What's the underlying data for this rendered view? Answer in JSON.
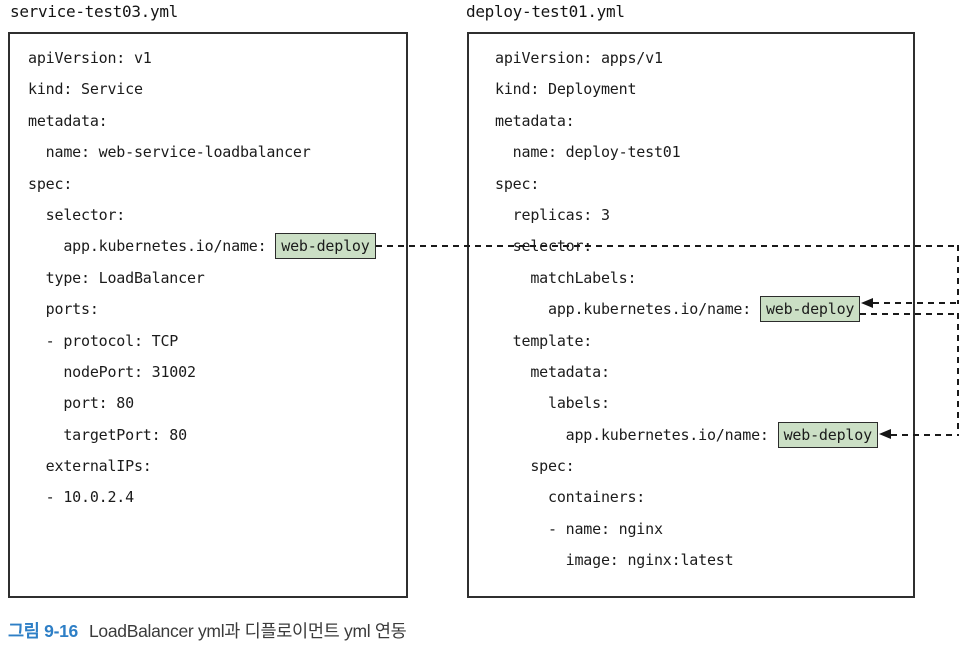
{
  "figure": {
    "caption_label": "그림 9-16",
    "caption_text": "LoadBalancer yml과 디플로이먼트 yml 연동"
  },
  "panels": [
    {
      "id": "service",
      "title": "service-test03.yml",
      "lines": [
        {
          "text": "apiVersion: v1"
        },
        {
          "text": "kind: Service"
        },
        {
          "text": "metadata:"
        },
        {
          "text": "  name: web-service-loadbalancer"
        },
        {
          "text": "spec:"
        },
        {
          "text": "  selector:"
        },
        {
          "pre": "    app.kubernetes.io/name: ",
          "highlight": "web-deploy",
          "ref": "svc-selector"
        },
        {
          "text": "  type: LoadBalancer"
        },
        {
          "text": "  ports:"
        },
        {
          "text": "  - protocol: TCP"
        },
        {
          "text": "    nodePort: 31002"
        },
        {
          "text": "    port: 80"
        },
        {
          "text": "    targetPort: 80"
        },
        {
          "text": "  externalIPs:"
        },
        {
          "text": "  - 10.0.2.4"
        }
      ]
    },
    {
      "id": "deployment",
      "title": "deploy-test01.yml",
      "lines": [
        {
          "text": "apiVersion: apps/v1"
        },
        {
          "text": "kind: Deployment"
        },
        {
          "text": "metadata:"
        },
        {
          "text": "  name: deploy-test01"
        },
        {
          "text": "spec:"
        },
        {
          "text": "  replicas: 3"
        },
        {
          "text": "  selector:"
        },
        {
          "text": "    matchLabels:"
        },
        {
          "pre": "      app.kubernetes.io/name: ",
          "highlight": "web-deploy",
          "ref": "match-labels"
        },
        {
          "text": "  template:"
        },
        {
          "text": "    metadata:"
        },
        {
          "text": "      labels:"
        },
        {
          "pre": "        app.kubernetes.io/name: ",
          "highlight": "web-deploy",
          "ref": "template-labels"
        },
        {
          "text": "    spec:"
        },
        {
          "text": "      containers:"
        },
        {
          "text": "      - name: nginx"
        },
        {
          "text": "        image: nginx:latest"
        }
      ]
    }
  ],
  "connections": [
    {
      "from": "svc-selector",
      "to": "match-labels",
      "style": "dashed",
      "arrow": "to"
    },
    {
      "from": "match-labels",
      "to": "template-labels",
      "style": "dashed",
      "arrow": "to"
    }
  ],
  "colors": {
    "highlight_bg": "#cbdfc5",
    "highlight_border": "#2c2c2c",
    "box_border": "#2f2f2f",
    "code_text": "#1b1b1b",
    "connector": "#1a1a1a",
    "caption_label": "#2e7fc6",
    "caption_text": "#3b3b3b"
  }
}
